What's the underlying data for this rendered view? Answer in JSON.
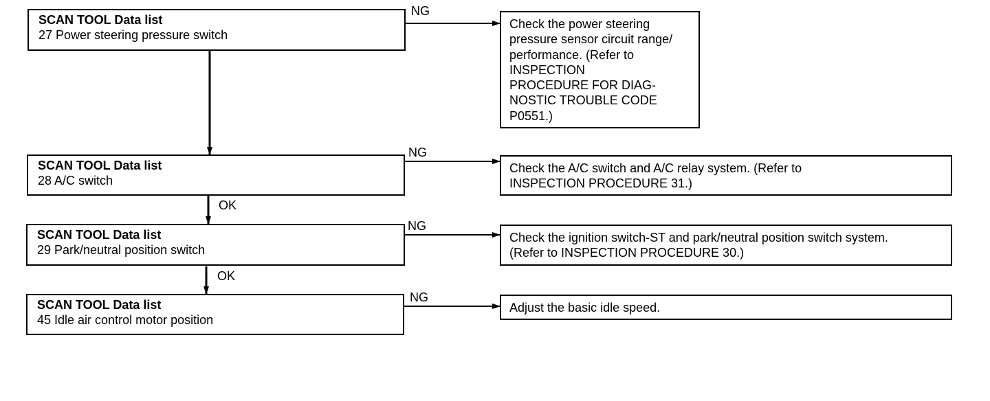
{
  "steps": [
    {
      "title": "SCAN TOOL Data list",
      "item": "27 Power steering pressure switch"
    },
    {
      "title": "SCAN TOOL Data list",
      "item": "28 A/C switch"
    },
    {
      "title": "SCAN TOOL Data list",
      "item": "29 Park/neutral position switch"
    },
    {
      "title": "SCAN TOOL Data list",
      "item": "45 Idle air control motor position"
    }
  ],
  "results": [
    {
      "lines": [
        "Check the power steering",
        "pressure sensor circuit range/",
        "performance. (Refer to",
        "INSPECTION",
        "PROCEDURE FOR DIAG-",
        "NOSTIC TROUBLE CODE",
        "P0551.)"
      ]
    },
    {
      "lines": [
        "Check the A/C switch and A/C relay system. (Refer to",
        "INSPECTION PROCEDURE 31.)"
      ]
    },
    {
      "lines": [
        "Check the ignition switch-ST and  park/neutral position switch system.",
        "(Refer to INSPECTION PROCEDURE 30.)"
      ]
    },
    {
      "lines": [
        "Adjust the basic idle speed."
      ]
    }
  ],
  "labels": {
    "ng": "NG",
    "ok": "OK"
  }
}
